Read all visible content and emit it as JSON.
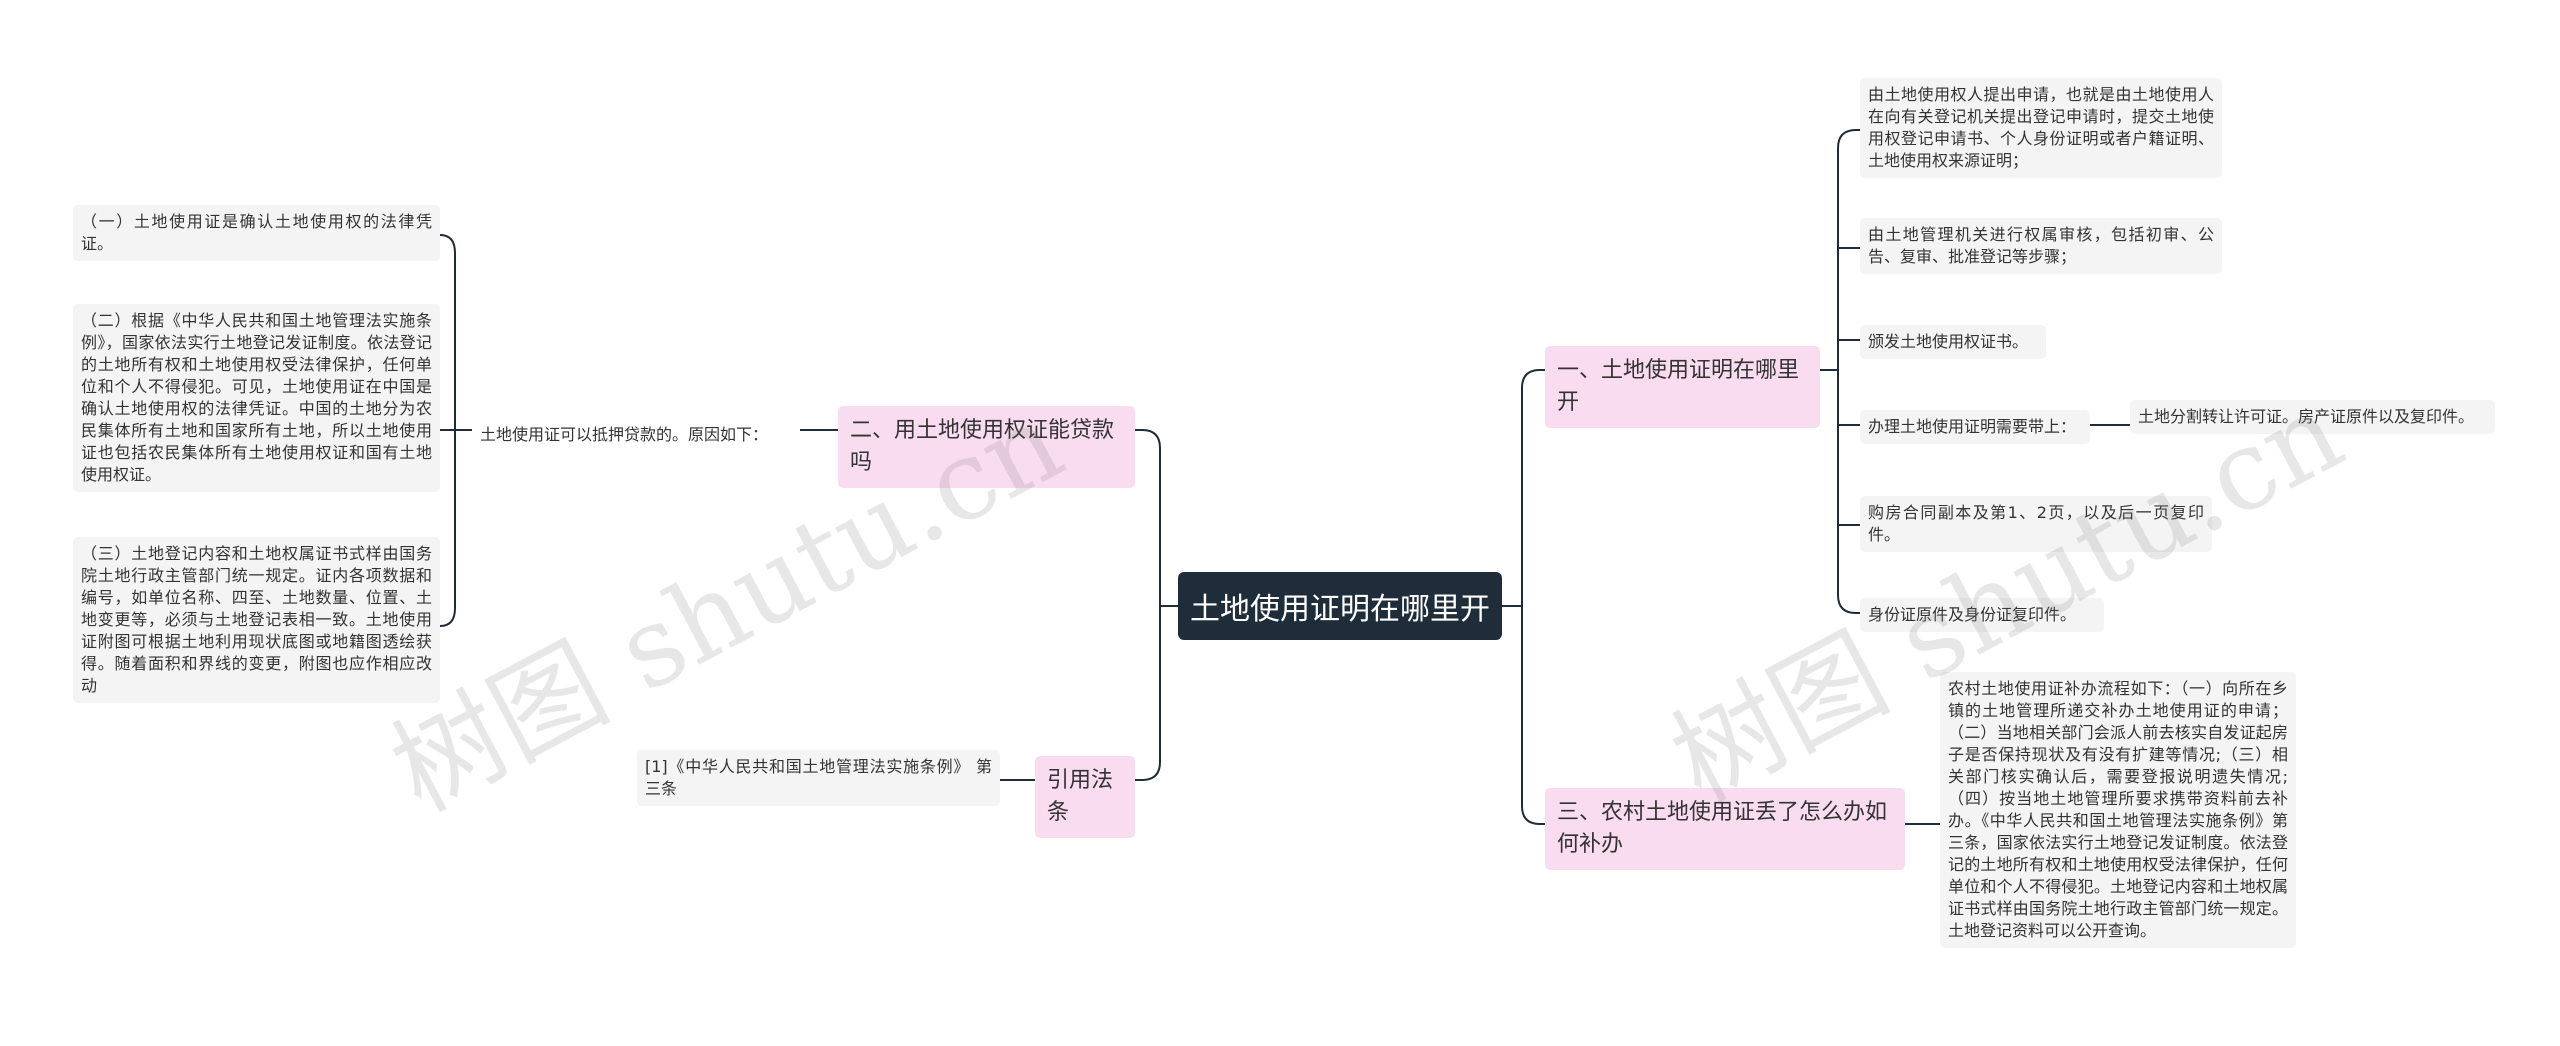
{
  "root": {
    "title": "土地使用证明在哪里开"
  },
  "watermark": "树图 shutu.cn",
  "left": {
    "loan": {
      "label": "二、用土地使用权证能贷款吗",
      "reason": "土地使用证可以抵押贷款的。原因如下：",
      "items": [
        "（一）土地使用证是确认土地使用权的法律凭证。",
        "（二）根据《中华人民共和国土地管理法实施条例》，国家依法实行土地登记发证制度。依法登记的土地所有权和土地使用权受法律保护，任何单位和个人不得侵犯。可见，土地使用证在中国是确认土地使用权的法律凭证。中国的土地分为农民集体所有土地和国家所有土地，所以土地使用证也包括农民集体所有土地使用权证和国有土地使用权证。",
        "（三）土地登记内容和土地权属证书式样由国务院土地行政主管部门统一规定。证内各项数据和编号，如单位名称、四至、土地数量、位置、土地变更等，必须与土地登记表相一致。土地使用证附图可根据土地利用现状底图或地籍图透绘获得。随着面积和界线的变更，附图也应作相应改动"
      ]
    },
    "ref": {
      "label": "引用法条",
      "item": "[1]《中华人民共和国土地管理法实施条例》 第三条"
    }
  },
  "right": {
    "where": {
      "label": "一、土地使用证明在哪里开",
      "items": [
        "由土地使用权人提出申请，也就是由土地使用人在向有关登记机关提出登记申请时，提交土地使用权登记申请书、个人身份证明或者户籍证明、土地使用权来源证明；",
        "由土地管理机关进行权属审核，包括初审、公告、复审、批准登记等步骤；",
        "颁发土地使用权证书。",
        "办理土地使用证明需要带上：",
        "购房合同副本及第1、2页，以及后一页复印件。",
        "身份证原件及身份证复印件。"
      ],
      "sub": "土地分割转让许可证。房产证原件以及复印件。"
    },
    "lost": {
      "label": "三、农村土地使用证丢了怎么办如何补办",
      "item": "农村土地使用证补办流程如下：（一）向所在乡镇的土地管理所递交补办土地使用证的申请；（二）当地相关部门会派人前去核实自发证起房子是否保持现状及有没有扩建等情况;（三）相关部门核实确认后，需要登报说明遗失情况;（四）按当地土地管理所要求携带资料前去补办。《中华人民共和国土地管理法实施条例》第三条，国家依法实行土地登记发证制度。依法登记的土地所有权和土地使用权受法律保护，任何单位和个人不得侵犯。土地登记内容和土地权属证书式样由国务院土地行政主管部门统一规定。土地登记资料可以公开查询。"
    }
  }
}
